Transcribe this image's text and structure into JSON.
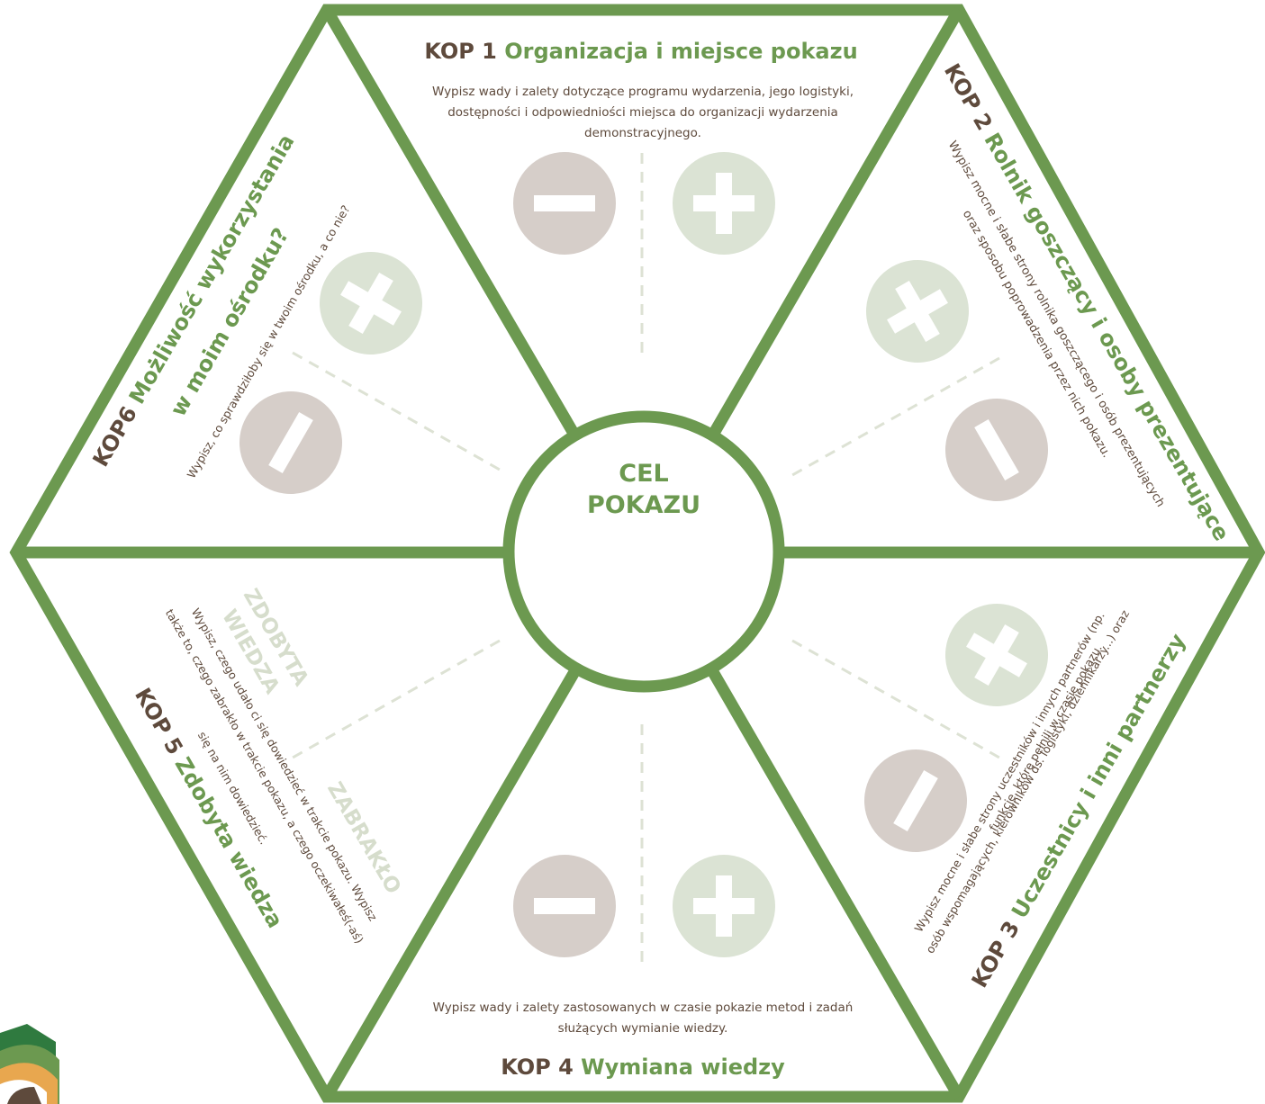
{
  "colors": {
    "frame": "#6c9950",
    "title_brown": "#5e4a3c",
    "title_green": "#6c9950",
    "body_text": "#5e4a3c",
    "minus_circle": "#d6cec9",
    "plus_circle": "#dbe3d4",
    "dash": "#dde2d4",
    "center_text": "#6c9950",
    "label_faded": "#d6ddcc"
  },
  "center": {
    "line1": "CEL",
    "line2": "POKAZU"
  },
  "kop1": {
    "prefix": "KOP 1 ",
    "title": "Organizacja i miejsce pokazu",
    "desc1": "Wypisz wady i zalety dotyczące programu wydarzenia, jego logistyki,",
    "desc2": "dostępności i odpowiedniości miejsca do organizacji wydarzenia",
    "desc3": "demonstracyjnego."
  },
  "kop2": {
    "prefix": "KOP 2 ",
    "title": "Rolnik goszczący i osoby prezentujące",
    "desc1": "Wypisz mocne i słabe strony rolnika goszczącego i osób prezentujących",
    "desc2": "oraz sposobu poprowadzenia przez nich pokazu."
  },
  "kop3": {
    "prefix": "KOP 3 ",
    "title": "Uczestnicy i inni partnerzy",
    "desc1": "Wypisz mocne i słabe strony uczestników i innych partnerów (np.",
    "desc2": "osób wspomagających, kierowników ds. logistyki, dziennikarzy...) oraz",
    "desc3": "funkcje, które pełnili w czasie pokazu."
  },
  "kop4": {
    "prefix": "KOP 4 ",
    "title": "Wymiana wiedzy",
    "desc1": "Wypisz wady i zalety zastosowanych w czasie pokazie metod i zadań",
    "desc2": "służących wymianie wiedzy."
  },
  "kop5": {
    "prefix": "KOP 5 ",
    "title": "Zdobyta wiedza",
    "desc1": "Wypisz, czego udało ci się dowiedzieć w trakcie pokazu. Wypisz",
    "desc2": "także to, czego zabrakło w trakcie pokazu, a czego oczekiwałeś(-aś)",
    "desc3": "się na nim dowiedzieć.",
    "label_gained1": "ZDOBYTA",
    "label_gained2": "WIEDZA",
    "label_missing": "ZABRAKŁO"
  },
  "kop6": {
    "prefix": "KOP6 ",
    "title1": "Możliwość wykorzystania",
    "title2": "w moim ośrodku?",
    "desc1": "Wypisz, co sprawdziłoby się w twoim ośrodku, a co nie?"
  }
}
